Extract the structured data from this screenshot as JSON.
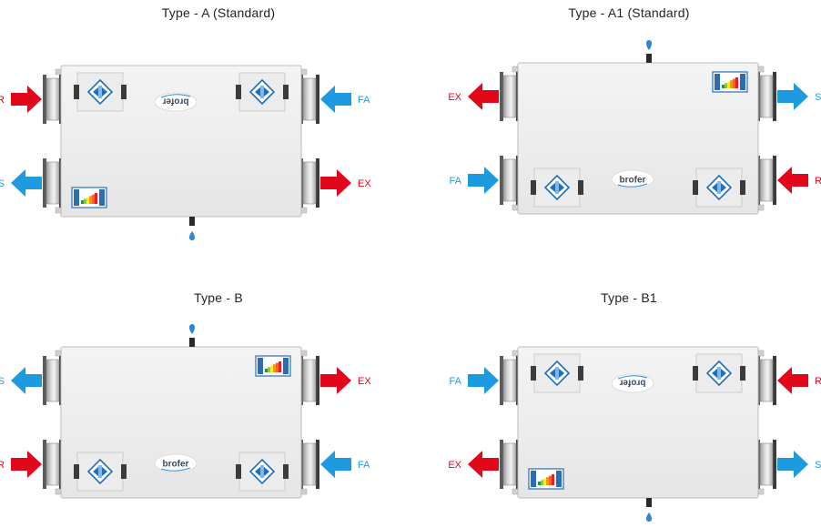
{
  "colors": {
    "red": "#e2061b",
    "blue": "#1e9be0",
    "casing": "#eeeeee",
    "casing_border": "#bbbbbb",
    "duct": "#8e8e8e",
    "drain_drop": "#2b87d6"
  },
  "diagrams": [
    {
      "id": "type-a",
      "title": "Type - A (Standard)",
      "ports": {
        "top_left": "R",
        "top_right": "FA",
        "bottom_left": "S",
        "bottom_right": "EX"
      },
      "logo": "brofer",
      "logo_rotated": true,
      "drain": "bottom",
      "label_icon": "energy-label-icon"
    },
    {
      "id": "type-a1",
      "title": "Type - A1 (Standard)",
      "ports": {
        "top_left": "EX",
        "top_right": "S",
        "bottom_left": "FA",
        "bottom_right": "R"
      },
      "logo": "brofer",
      "logo_rotated": false,
      "drain": "top",
      "label_icon": "energy-label-icon"
    },
    {
      "id": "type-b",
      "title": "Type - B",
      "ports": {
        "top_left": "S",
        "top_right": "EX",
        "bottom_left": "R",
        "bottom_right": "FA"
      },
      "logo": "brofer",
      "logo_rotated": false,
      "drain": "top",
      "label_icon": "energy-label-icon"
    },
    {
      "id": "type-b1",
      "title": "Type - B1",
      "ports": {
        "top_left": "FA",
        "top_right": "R",
        "bottom_left": "EX",
        "bottom_right": "S"
      },
      "logo": "brofer",
      "logo_rotated": true,
      "drain": "bottom",
      "label_icon": "energy-label-icon"
    }
  ]
}
